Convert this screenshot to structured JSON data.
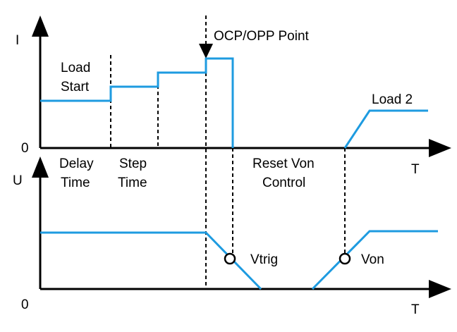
{
  "colors": {
    "trace": "#1E9BE0",
    "axis": "#000000",
    "background": "#FFFFFF"
  },
  "current_axis": {
    "label": "I",
    "origin": "0",
    "time_label": "T"
  },
  "voltage_axis": {
    "label": "U",
    "origin": "0",
    "time_label": "T"
  },
  "annotations": {
    "load_start_line1": "Load",
    "load_start_line2": "Start",
    "ocp_opp_point": "OCP/OPP Point",
    "load_2": "Load 2",
    "delay_time_line1": "Delay",
    "delay_time_line2": "Time",
    "step_time_line1": "Step",
    "step_time_line2": "Time",
    "reset_von_line1": "Reset Von",
    "reset_von_line2": "Control",
    "vtrig": "Vtrig",
    "von": "Von"
  }
}
